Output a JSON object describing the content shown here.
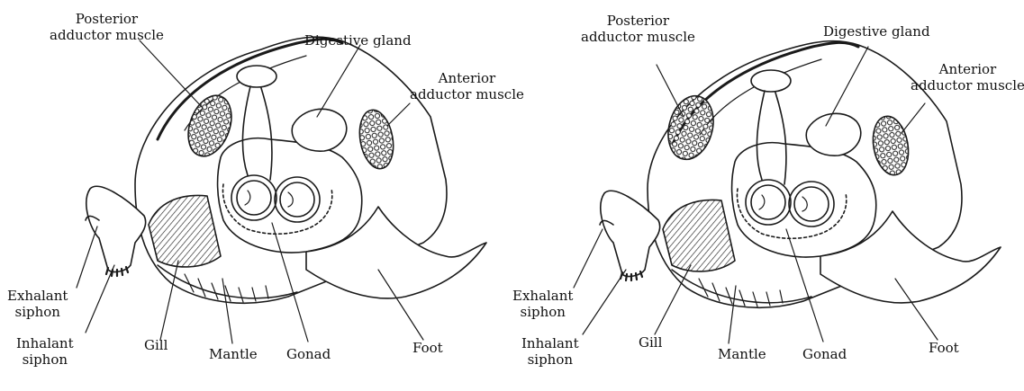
{
  "diagrams": [
    {
      "labels": {
        "posterior_adductor": [
          "Posterior",
          "adductor muscle"
        ],
        "digestive_gland": [
          "Digestive gland"
        ],
        "anterior_adductor": [
          "Anterior",
          "adductor muscle"
        ],
        "exhalant_siphon": [
          "Exhalant",
          "siphon"
        ],
        "inhalant_siphon": [
          "Inhalant",
          "siphon"
        ],
        "gill": [
          "Gill"
        ],
        "mantle": [
          "Mantle"
        ],
        "gonad": [
          "Gonad"
        ],
        "foot": [
          "Foot"
        ]
      }
    },
    {
      "labels": {
        "posterior_adductor": [
          "Posterior",
          "adductor muscle"
        ],
        "digestive_gland": [
          "Digestive gland"
        ],
        "anterior_adductor": [
          "Anterior",
          "adductor muscle"
        ],
        "exhalant_siphon": [
          "Exhalant",
          "siphon"
        ],
        "inhalant_siphon": [
          "Inhalant",
          "siphon"
        ],
        "gill": [
          "Gill"
        ],
        "mantle": [
          "Mantle"
        ],
        "gonad": [
          "Gonad"
        ],
        "foot": [
          "Foot"
        ]
      }
    }
  ]
}
